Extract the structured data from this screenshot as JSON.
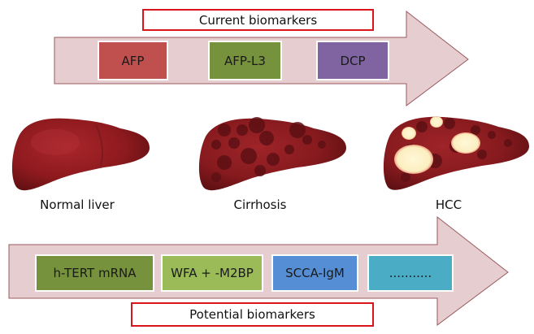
{
  "current": {
    "title": "Current biomarkers",
    "items": [
      {
        "label": "AFP",
        "color": "#c0504d"
      },
      {
        "label": "AFP-L3",
        "color": "#76923c"
      },
      {
        "label": "DCP",
        "color": "#8064a2"
      }
    ]
  },
  "stages": [
    {
      "label": "Normal liver"
    },
    {
      "label": "Cirrhosis"
    },
    {
      "label": "HCC"
    }
  ],
  "potential": {
    "title": "Potential biomarkers",
    "items": [
      {
        "label": "h-TERT mRNA",
        "color": "#76923c"
      },
      {
        "label": "WFA + -M2BP",
        "color": "#9bbb59"
      },
      {
        "label": "SCCA-IgM",
        "color": "#558ed5"
      },
      {
        "label": "...........",
        "color": "#4bacc6"
      }
    ]
  },
  "colors": {
    "arrow_fill": "#e6cdcf",
    "arrow_stroke": "#9a5a5e",
    "title_border": "#d9141b",
    "liver": "#8e1a1e",
    "liver_dark": "#6a1317",
    "tumor": "#fbf1c8"
  }
}
